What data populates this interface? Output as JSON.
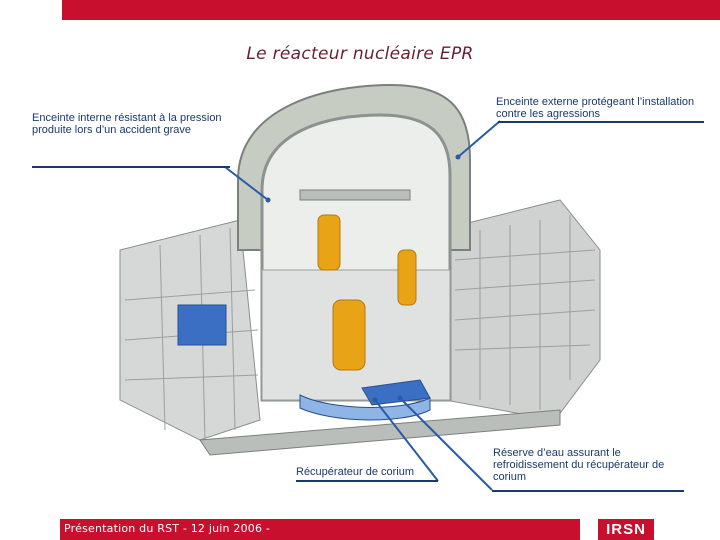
{
  "title": "Le réacteur nucléaire EPR",
  "labels": {
    "inner_containment": "Enceinte interne résistant  à la pression produite lors d’un accident grave",
    "outer_containment": "Enceinte externe protégeant l’installation contre les agressions",
    "core_catcher": "Récupérateur de corium",
    "water_reserve": "Réserve d’eau  assurant le refroidissement du récupérateur de corium"
  },
  "footer": {
    "text": "Présentation du RST - 12 juin 2006 -",
    "logo": "IRSN"
  },
  "colors": {
    "brand_red": "#c8102e",
    "label_blue": "#1a3a6b",
    "title_color": "#6b1f2e",
    "vessel_orange": "#e8a317",
    "water_blue": "#3a6fc4"
  },
  "icons": []
}
